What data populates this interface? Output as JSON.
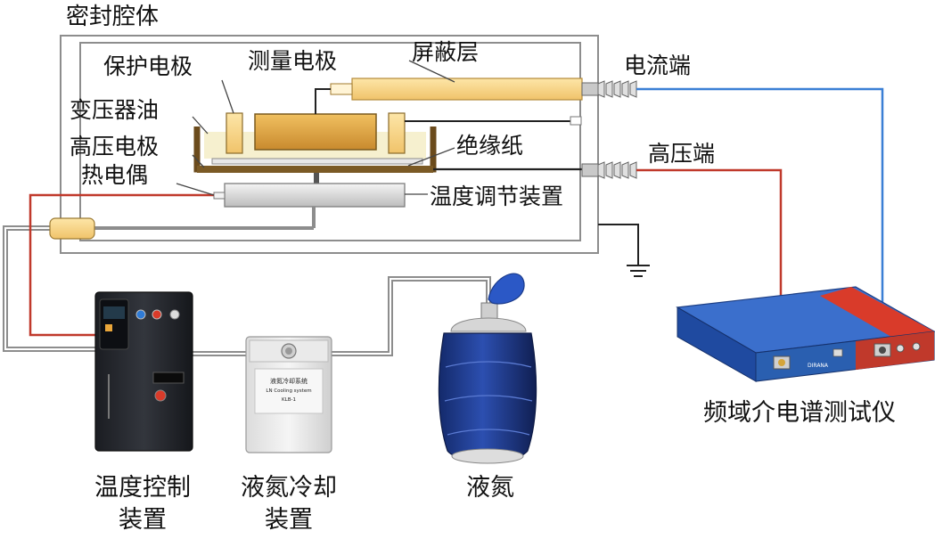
{
  "labels": {
    "sealed_chamber": "密封腔体",
    "guard_electrode": "保护电极",
    "measure_electrode": "测量电极",
    "shield_layer": "屏蔽层",
    "current_terminal": "电流端",
    "transformer_oil": "变压器油",
    "hv_electrode": "高压电极",
    "insulation_paper": "绝缘纸",
    "hv_terminal": "高压端",
    "thermocouple": "热电偶",
    "temp_regulator": "温度调节装置",
    "temp_controller_l1": "温度控制",
    "temp_controller_l2": "装置",
    "ln2_cooler_l1": "液氮冷却",
    "ln2_cooler_l2": "装置",
    "ln2": "液氮",
    "fds": "频域介电谱测试仪"
  },
  "device_text": {
    "ln_cn": "液氮冷却系统",
    "ln_en": "LN Cooling system",
    "ln_model": "KLB-1",
    "fds_brand": "DIRANA"
  },
  "colors": {
    "frame": "#9a9a9a",
    "current_wire": "#3a7fd5",
    "hv_wire": "#c0392b",
    "electrode_gold": "#d9a54a",
    "shield_yellow": "#f7d58c",
    "fds_blue": "#2a5fb0",
    "fds_red": "#d93b2a",
    "dewar_blue": "#1f3c8f"
  }
}
